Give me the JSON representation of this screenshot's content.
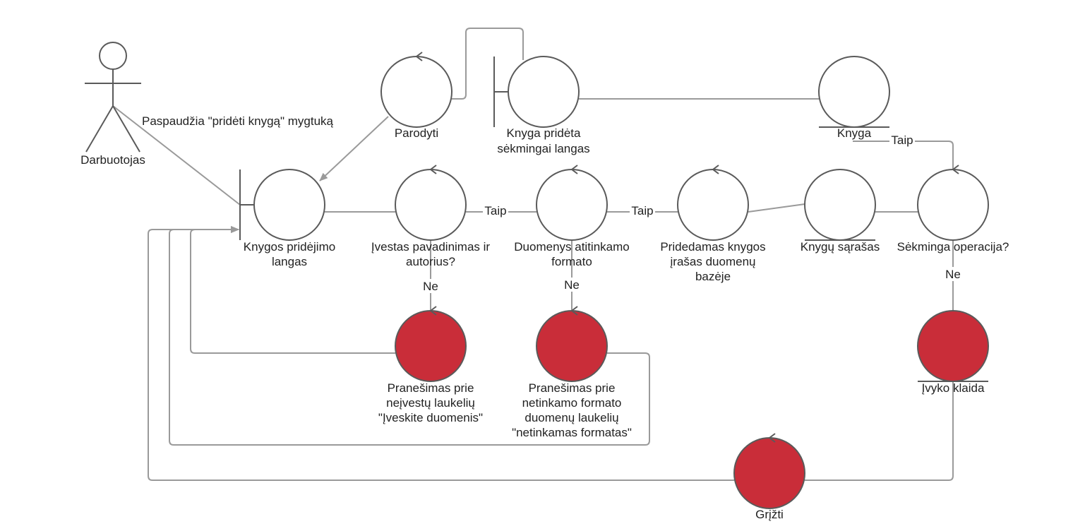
{
  "colors": {
    "error_fill": "#c92d39",
    "node_stroke": "#5a5a5a",
    "edge": "#9a9a9a",
    "text": "#222222"
  },
  "actor": {
    "label": "Darbuotojas"
  },
  "edge_labels": {
    "actor_action": "Paspaudžia \"pridėti knygą\" mygtuką",
    "yes_1": "Taip",
    "yes_2": "Taip",
    "yes_3": "Taip",
    "no_1": "Ne",
    "no_2": "Ne",
    "no_3": "Ne"
  },
  "nodes": {
    "parodyti": {
      "lines": [
        "Parodyti"
      ]
    },
    "success_window": {
      "lines": [
        "Knyga pridėta",
        "sėkmingai langas"
      ]
    },
    "knyga": {
      "lines": [
        "Knyga"
      ]
    },
    "add_window": {
      "lines": [
        "Knygos pridėjimo",
        "langas"
      ]
    },
    "title_author_check": {
      "lines": [
        "Įvestas pavadinimas ir",
        "autorius?"
      ]
    },
    "format_check": {
      "lines": [
        "Duomenys atitinkamo",
        "formato"
      ]
    },
    "add_record": {
      "lines": [
        "Pridedamas knygos",
        "įrašas duomenų",
        "bazėje"
      ]
    },
    "book_list": {
      "lines": [
        "Knygų sąrašas"
      ]
    },
    "success_check": {
      "lines": [
        "Sėkminga operacija?"
      ]
    },
    "msg_empty_fields": {
      "lines": [
        "Pranešimas prie",
        "neįvestų laukelių",
        "\"Įveskite duomenis\""
      ]
    },
    "msg_bad_format": {
      "lines": [
        "Pranešimas prie",
        "netinkamo formato",
        "duomenų laukelių",
        "\"netinkamas formatas\""
      ]
    },
    "error_occurred": {
      "lines": [
        "Įvyko klaida"
      ]
    },
    "return": {
      "lines": [
        "Grįžti"
      ]
    }
  }
}
